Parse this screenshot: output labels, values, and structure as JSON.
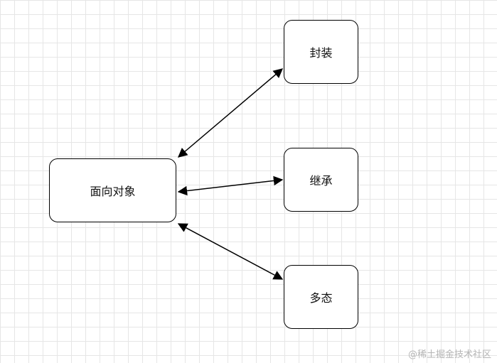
{
  "diagram": {
    "nodes": {
      "main": {
        "label": "面向对象"
      },
      "encapsulation": {
        "label": "封装"
      },
      "inheritance": {
        "label": "继承"
      },
      "polymorphism": {
        "label": "多态"
      }
    },
    "edges": [
      {
        "from": "main",
        "to": "encapsulation",
        "arrows": "both"
      },
      {
        "from": "main",
        "to": "inheritance",
        "arrows": "both"
      },
      {
        "from": "main",
        "to": "polymorphism",
        "arrows": "both"
      }
    ],
    "colors": {
      "grid": "#e6e6e6",
      "stroke": "#000000",
      "background": "#ffffff"
    }
  },
  "watermark": {
    "text": "@稀土掘金技术社区"
  }
}
